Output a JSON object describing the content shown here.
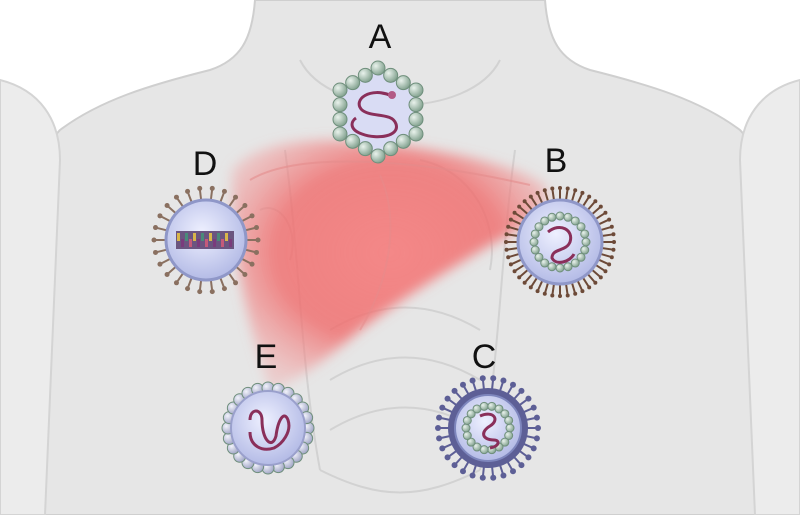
{
  "colors": {
    "background": "#ffffff",
    "body": "#e6e6e6",
    "body_outline": "#cfcfcf",
    "liver": "#f06a6a",
    "capsomere": "#8fae9c",
    "envelope": "#c8cdef",
    "genome": "#8a2f5a",
    "spike": "#6d4a38",
    "outer_coat": "#5d5f96",
    "label": "#111111"
  },
  "viruses": [
    {
      "id": "A",
      "label": "A",
      "icon": "hepatitis-a-virus-icon"
    },
    {
      "id": "B",
      "label": "B",
      "icon": "hepatitis-b-virus-icon"
    },
    {
      "id": "C",
      "label": "C",
      "icon": "hepatitis-c-virus-icon"
    },
    {
      "id": "D",
      "label": "D",
      "icon": "hepatitis-d-virus-icon"
    },
    {
      "id": "E",
      "label": "E",
      "icon": "hepatitis-e-virus-icon"
    }
  ]
}
